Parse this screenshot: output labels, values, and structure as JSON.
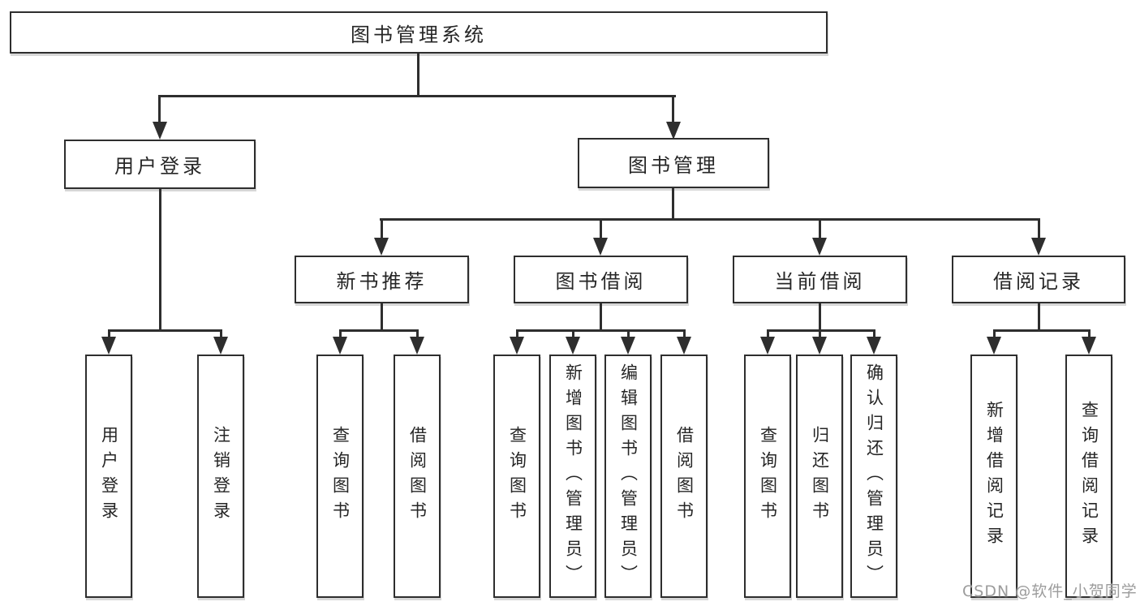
{
  "tree": {
    "label": "图书管理系统",
    "children": [
      {
        "label": "用户登录",
        "children": [
          {
            "label": "用户登录"
          },
          {
            "label": "注销登录"
          }
        ]
      },
      {
        "label": "图书管理",
        "children": [
          {
            "label": "新书推荐",
            "children": [
              {
                "label": "查询图书"
              },
              {
                "label": "借阅图书"
              }
            ]
          },
          {
            "label": "图书借阅",
            "children": [
              {
                "label": "查询图书"
              },
              {
                "label": "新增图书（管理员）"
              },
              {
                "label": "编辑图书（管理员）"
              },
              {
                "label": "借阅图书"
              }
            ]
          },
          {
            "label": "当前借阅",
            "children": [
              {
                "label": "查询图书"
              },
              {
                "label": "归还图书"
              },
              {
                "label": "确认归还（管理员）"
              }
            ]
          },
          {
            "label": "借阅记录",
            "children": [
              {
                "label": "新增借阅记录"
              },
              {
                "label": "查询借阅记录"
              }
            ]
          }
        ]
      }
    ]
  },
  "watermark": {
    "text": "CSDN @软件_小贺同学"
  },
  "colors": {
    "line": "#2e2e2e",
    "text": "#262626",
    "watermark": "#9c9c9c",
    "background": "#ffffff"
  }
}
